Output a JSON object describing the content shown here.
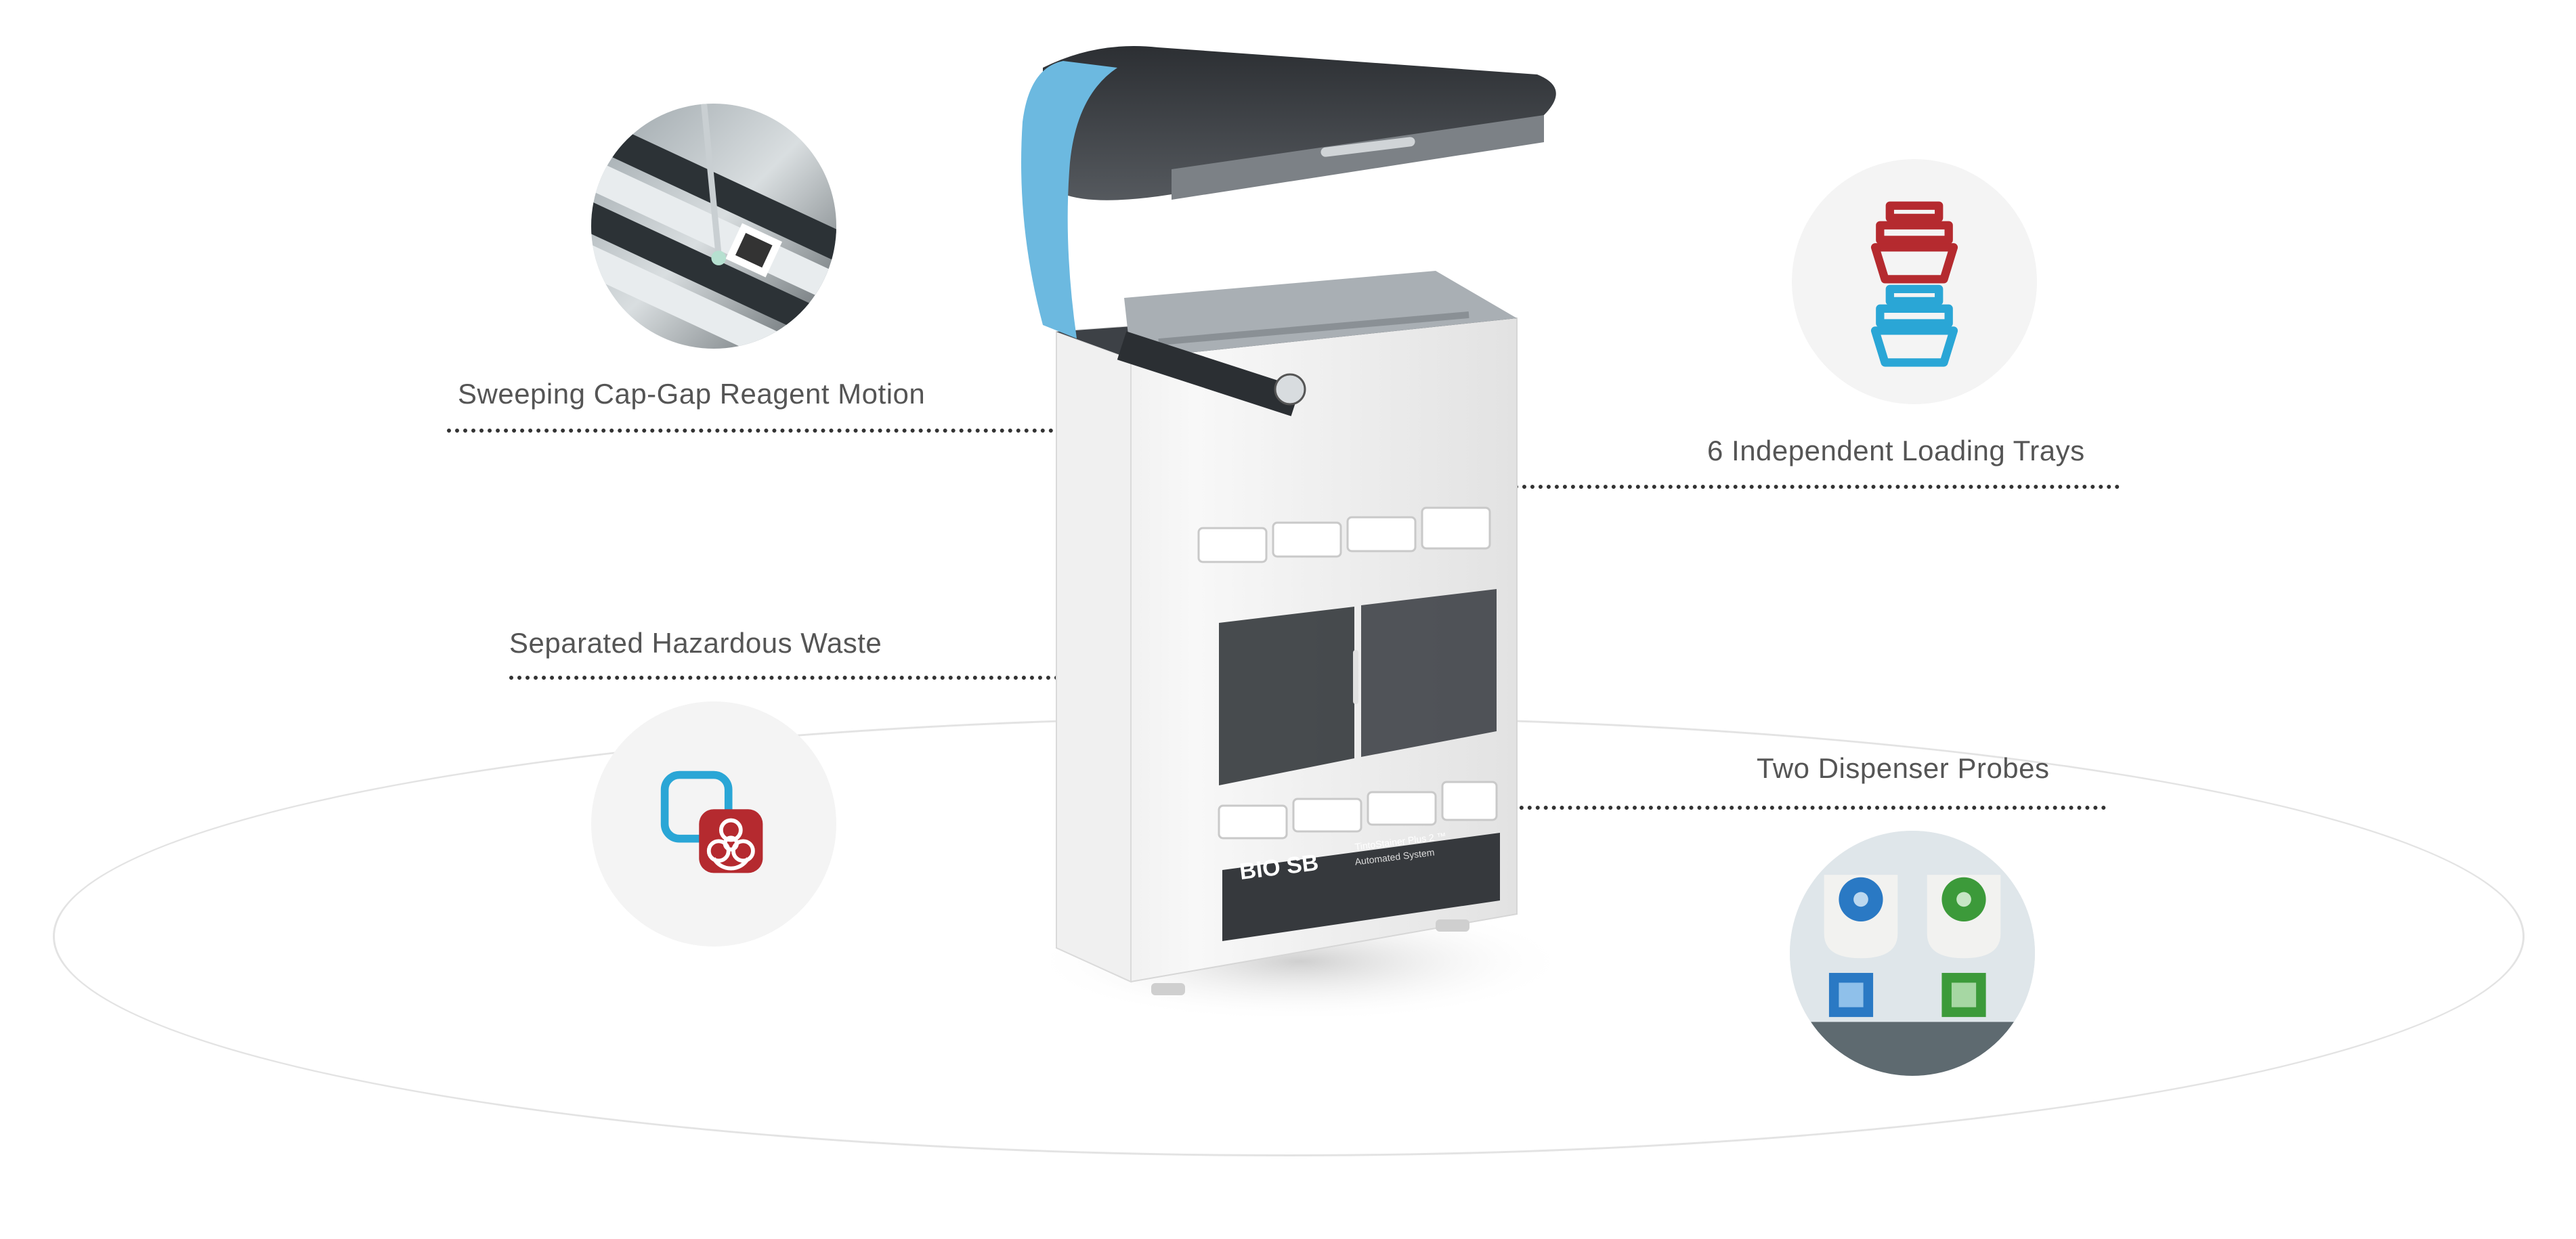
{
  "features": {
    "sweeping": {
      "label": "Sweeping Cap-Gap Reagent Motion",
      "image": "slide-probe-photo"
    },
    "trays": {
      "label": "6 Independent Loading Trays",
      "icon": "stacked-trays-icon"
    },
    "waste": {
      "label": "Separated Hazardous Waste",
      "icon": "biohazard-icon"
    },
    "probes": {
      "label": "Two Dispenser Probes",
      "image": "dispenser-probes-photo"
    }
  },
  "machine": {
    "logo_text": "BIO SB",
    "model_name": "TintoStainer Plus 2 ™",
    "subtitle": "Automated System"
  },
  "colors": {
    "accent_blue": "#6cb9e0",
    "icon_red": "#b52a2f",
    "icon_blue": "#2aa6d6",
    "dotted_line": "#333333",
    "label_text": "#555555"
  }
}
